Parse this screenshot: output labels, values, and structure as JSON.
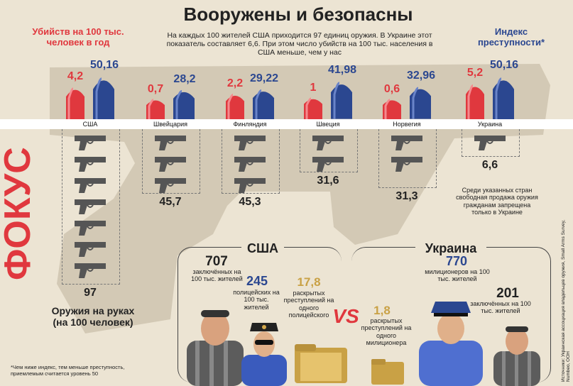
{
  "title": "Вооружены и безопасны",
  "subtitle": "На каждых 100 жителей США приходится 97 единиц оружия. В Украине этот показатель составляет 6,6. При этом число убийств на 100 тыс. населения в США меньше, чем у нас",
  "legend_left": "Убийств на 100 тыс. человек в год",
  "legend_right": "Индекс преступности*",
  "brand": "ФОКУС",
  "colors": {
    "red": "#e0383e",
    "blue": "#2b4790",
    "orange": "#c9a145"
  },
  "countries": [
    {
      "name": "США",
      "murders": "4,2",
      "crime": "50,16",
      "guns": "97"
    },
    {
      "name": "Швейцария",
      "murders": "0,7",
      "crime": "28,2",
      "guns": "45,7"
    },
    {
      "name": "Финляндия",
      "murders": "2,2",
      "crime": "29,22",
      "guns": "45,3"
    },
    {
      "name": "Швеция",
      "murders": "1",
      "crime": "41,98",
      "guns": "31,6"
    },
    {
      "name": "Норвегия",
      "murders": "0,6",
      "crime": "32,96",
      "guns": "31,3"
    },
    {
      "name": "Украина",
      "murders": "5,2",
      "crime": "50,16",
      "guns": "6,6"
    }
  ],
  "ukraine_note": "Среди указанных стран свободная продажа оружия гражданам запрещена только в Украине",
  "guns_label": "Оружия на руках (на 100 человек)",
  "usa": {
    "title": "США",
    "prisoners": "707",
    "prisoners_label": "заключённых на 100 тыс. жителей",
    "police": "245",
    "police_label": "полицейских на 100 тыс. жителей",
    "solved": "17,8",
    "solved_label": "раскрытых преступлений на одного полицейского"
  },
  "vs": "VS",
  "ukraine": {
    "title": "Украина",
    "police": "770",
    "police_label": "милиционеров на 100 тыс. жителей",
    "prisoners": "201",
    "prisoners_label": "заключённых на 100 тыс. жителей",
    "solved": "1,8",
    "solved_label": "раскрытых преступлений на одного милиционера"
  },
  "footnote": "*Чем ниже индекс, тем меньше преступность, приемлемым считается уровень 50",
  "sources": "Источники: Украинская ассоциация владельцев оружия, Small Arms Survey, Numbeo, ООН"
}
